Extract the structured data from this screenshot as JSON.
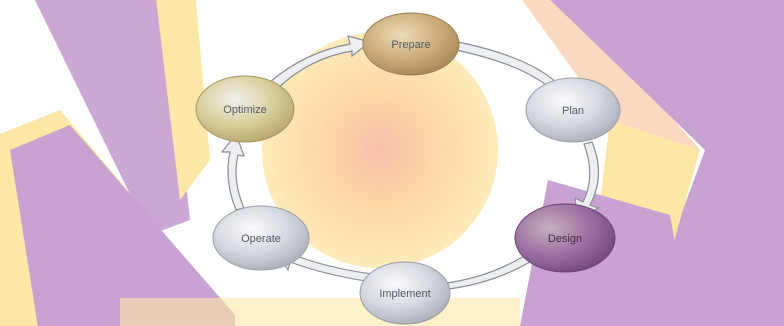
{
  "diagram": {
    "type": "lifecycle-cycle",
    "direction": "clockwise",
    "nodes": [
      {
        "id": "prepare",
        "label": "Prepare",
        "fill": "#c9a977"
      },
      {
        "id": "plan",
        "label": "Plan",
        "fill": "#c9cbd6"
      },
      {
        "id": "design",
        "label": "Design",
        "fill": "#9a6ea0"
      },
      {
        "id": "implement",
        "label": "Implement",
        "fill": "#c9cbd6"
      },
      {
        "id": "operate",
        "label": "Operate",
        "fill": "#c9cbd6"
      },
      {
        "id": "optimize",
        "label": "Optimize",
        "fill": "#c9b87a"
      }
    ],
    "edges": [
      {
        "from": "prepare",
        "to": "plan"
      },
      {
        "from": "plan",
        "to": "design"
      },
      {
        "from": "design",
        "to": "implement"
      },
      {
        "from": "implement",
        "to": "operate"
      },
      {
        "from": "operate",
        "to": "optimize"
      },
      {
        "from": "optimize",
        "to": "prepare"
      }
    ]
  },
  "colors": {
    "background_purple": "#c8a3d2",
    "background_yellow": "#fce7a6",
    "background_peach": "#f9c9a6",
    "center_circle": "#fbd89b",
    "arrow_fill": "#eceef1",
    "arrow_stroke": "#8a8d96"
  }
}
